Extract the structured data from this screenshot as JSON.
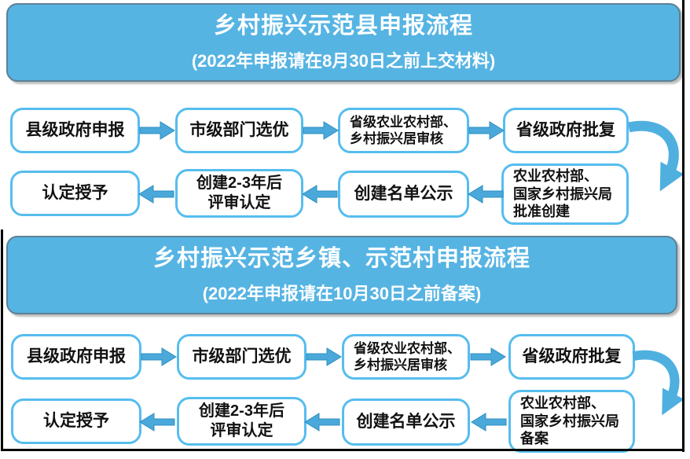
{
  "diagram": {
    "colors": {
      "banner_fill": "#56b4e3",
      "banner_border": "#5d8096",
      "box_border": "#56bdee",
      "box_fill": "#ffffff",
      "arrow_fill": "#4aa8da",
      "arrow_outline": "#2e8fc0",
      "title_text": "#ffffff",
      "box_text": "#111111",
      "frame": "#000000"
    },
    "sections": [
      {
        "banner": {
          "title": "乡村振兴示范县申报流程",
          "subtitle": "(2022年申报请在8月30日之前上交材料)"
        },
        "top_row": [
          {
            "label": "县级政府申报"
          },
          {
            "label": "市级部门选优"
          },
          {
            "label": "省级农业农村部、\n乡村振兴居审核"
          },
          {
            "label": "省级政府批复"
          }
        ],
        "bottom_row": [
          {
            "label": "认定授予"
          },
          {
            "label": "创建2-3年后\n评审认定"
          },
          {
            "label": "创建名单公示"
          },
          {
            "label": "农业农村部、\n国家乡村振兴局\n批准创建"
          }
        ]
      },
      {
        "banner": {
          "title": "乡村振兴示范乡镇、示范村申报流程",
          "subtitle": "(2022年申报请在10月30日之前备案)"
        },
        "top_row": [
          {
            "label": "县级政府申报"
          },
          {
            "label": "市级部门选优"
          },
          {
            "label": "省级农业农村部、\n乡村振兴居审核"
          },
          {
            "label": "省级政府批复"
          }
        ],
        "bottom_row": [
          {
            "label": "认定授予"
          },
          {
            "label": "创建2-3年后\n评审认定"
          },
          {
            "label": "创建名单公示"
          },
          {
            "label": "农业农村部、\n国家乡村振兴局\n备案"
          }
        ]
      }
    ]
  }
}
